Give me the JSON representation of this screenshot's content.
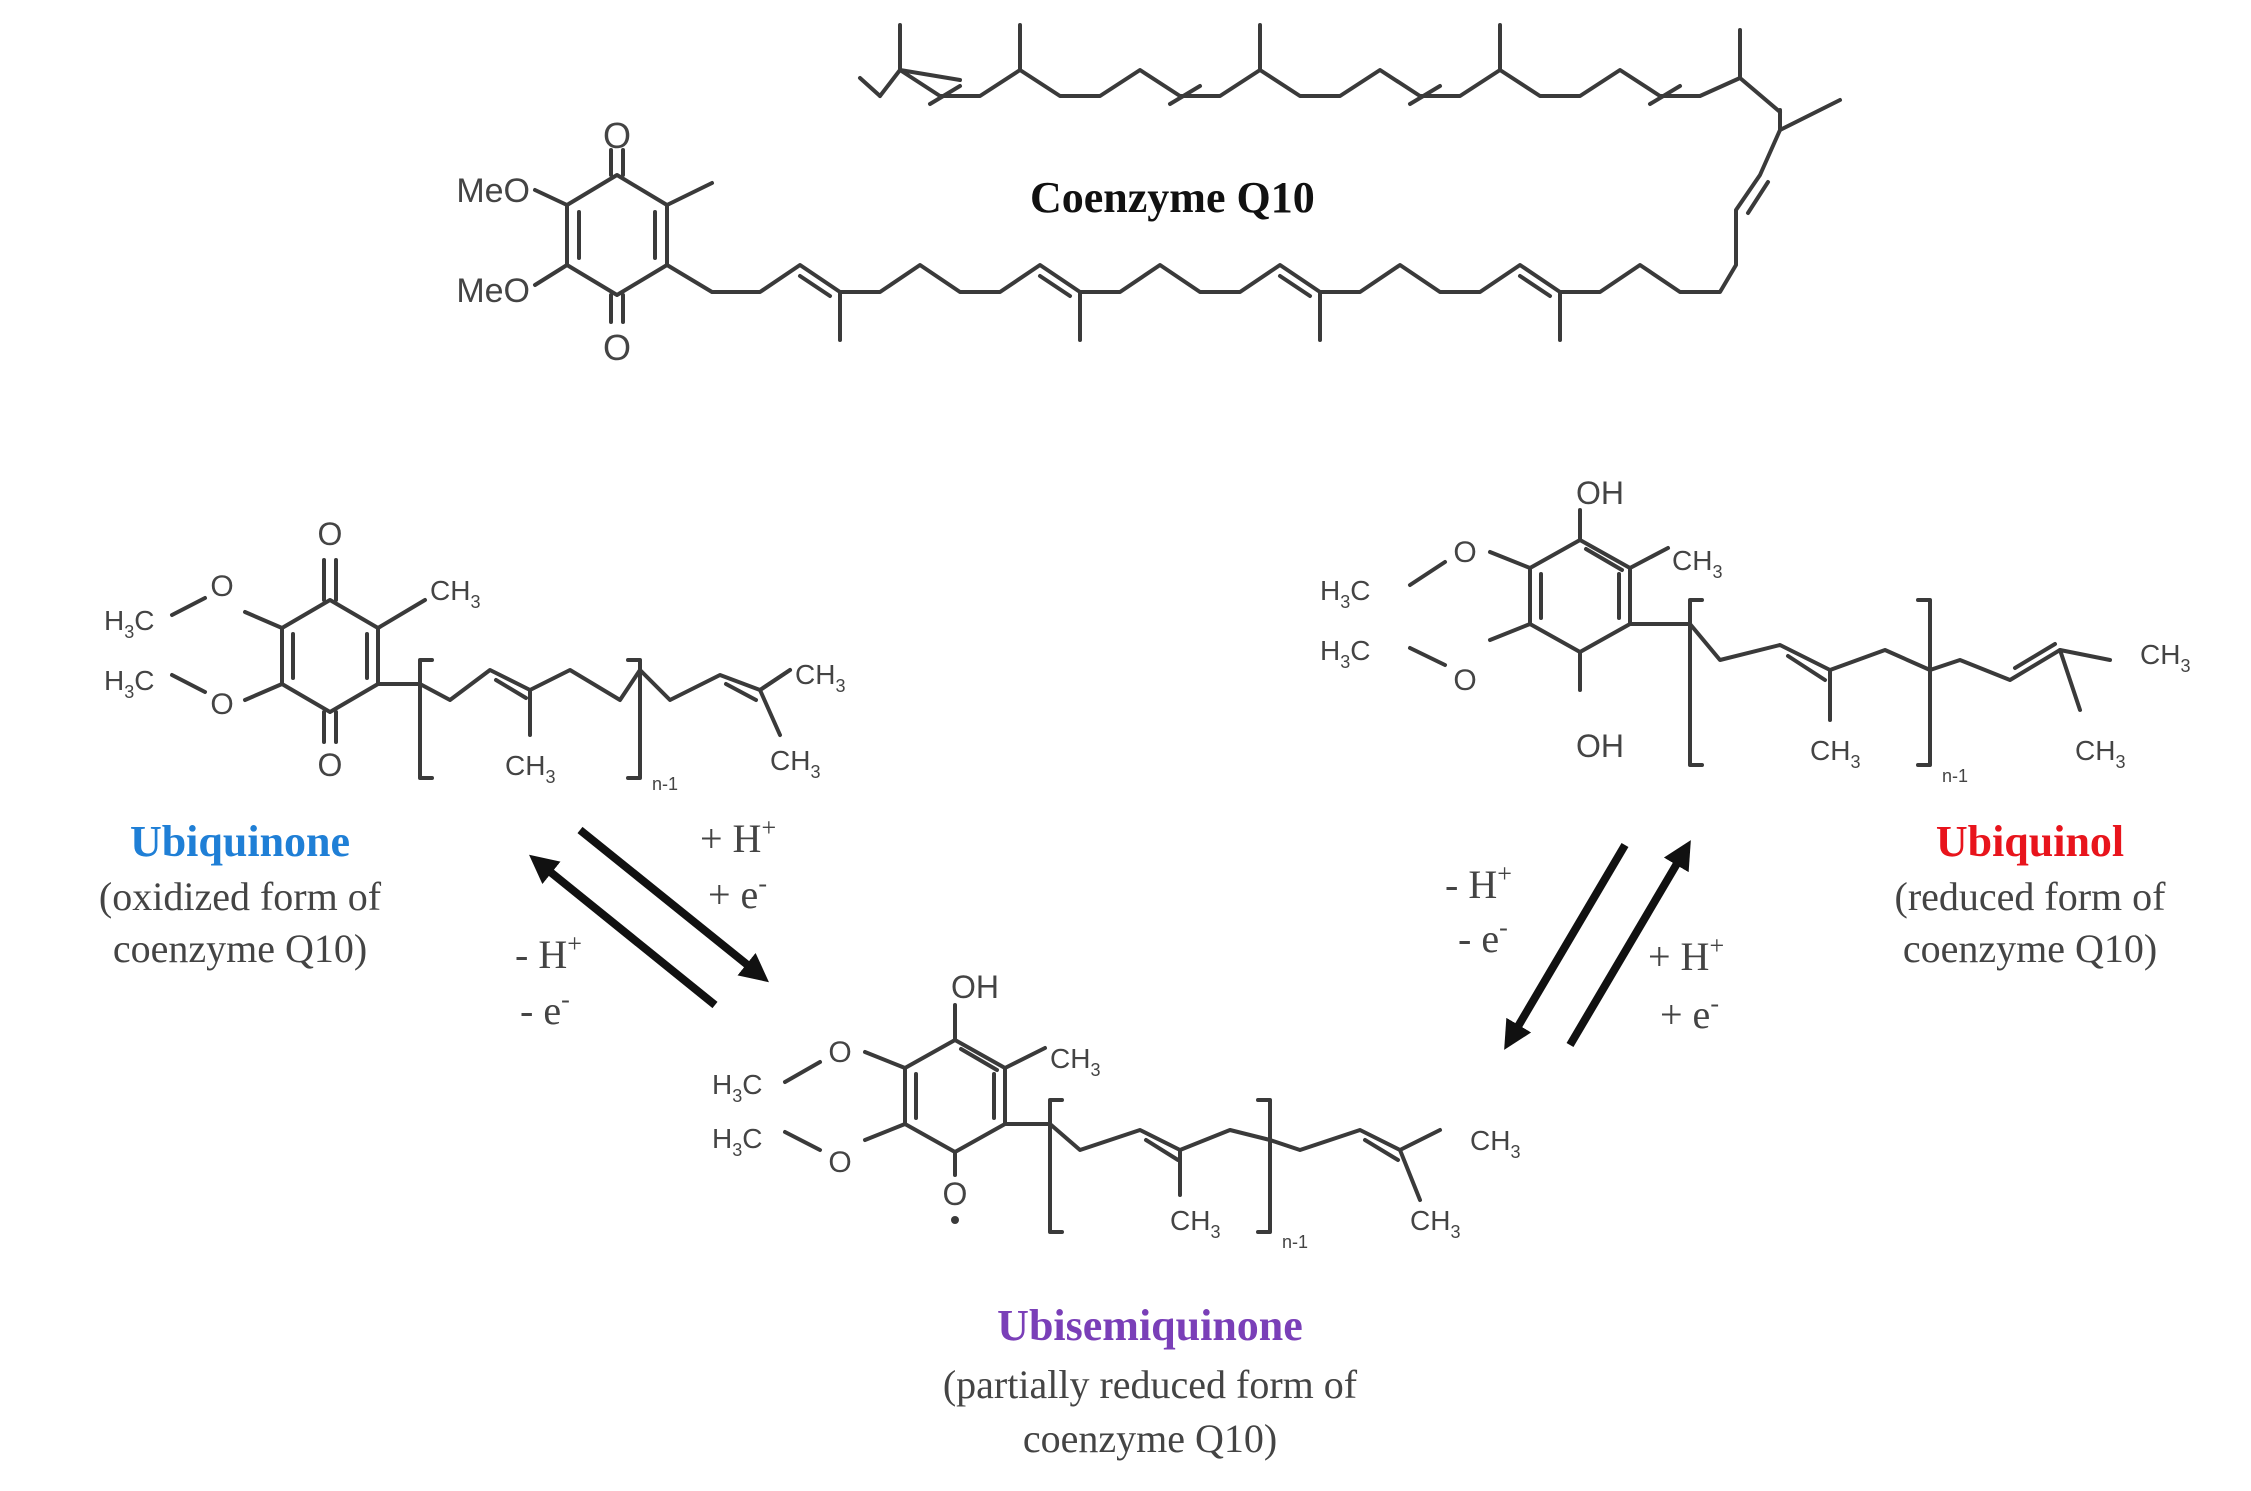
{
  "title": "Coenzyme Q10",
  "atoms": {
    "meo": "MeO",
    "o": "O",
    "oh": "OH",
    "h3c": "H",
    "h3c_sub": "3",
    "h3c_c": "C",
    "ch3_c": "CH",
    "ch3_sub": "3",
    "n1": "n-1",
    "radical_o": "O"
  },
  "species": {
    "ubiquinone": {
      "name": "Ubiquinone",
      "desc1": "(oxidized form of",
      "desc2": "coenzyme Q10)",
      "color": "#1f7fd6"
    },
    "ubiquinol": {
      "name": "Ubiquinol",
      "desc1": "(reduced form of",
      "desc2": "coenzyme Q10)",
      "color": "#e8141c"
    },
    "ubisemiquinone": {
      "name": "Ubisemiquinone",
      "desc1": "(partially reduced form of",
      "desc2": "coenzyme Q10)",
      "color": "#7a3fb8"
    }
  },
  "reactions": {
    "plus_h": "+ H",
    "minus_h": "- H",
    "h_sup": "+",
    "plus_e": "+ e",
    "minus_e": "- e",
    "e_sup": "-"
  }
}
